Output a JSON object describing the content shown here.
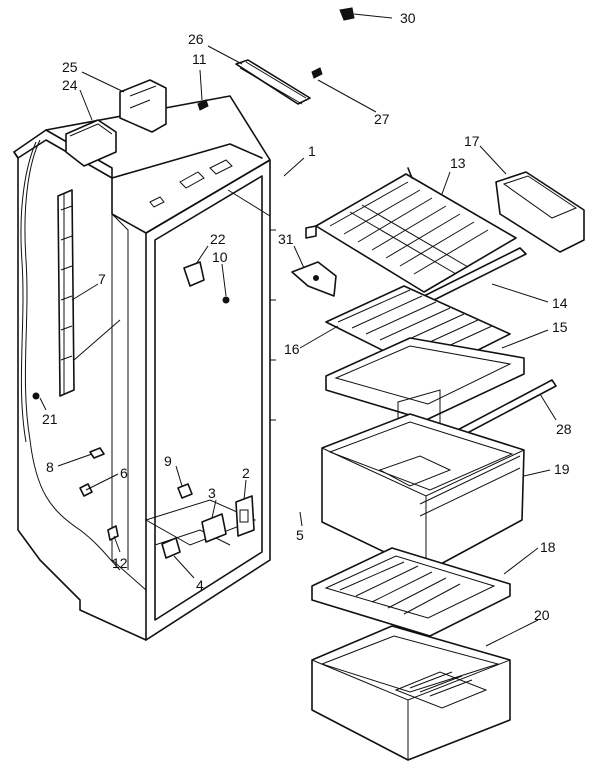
{
  "callouts": [
    {
      "id": "30",
      "label": "30"
    },
    {
      "id": "26",
      "label": "26"
    },
    {
      "id": "11",
      "label": "11"
    },
    {
      "id": "25",
      "label": "25"
    },
    {
      "id": "24",
      "label": "24"
    },
    {
      "id": "27",
      "label": "27"
    },
    {
      "id": "1",
      "label": "1"
    },
    {
      "id": "17",
      "label": "17"
    },
    {
      "id": "13",
      "label": "13"
    },
    {
      "id": "22",
      "label": "22"
    },
    {
      "id": "10",
      "label": "10"
    },
    {
      "id": "31",
      "label": "31"
    },
    {
      "id": "7",
      "label": "7"
    },
    {
      "id": "14",
      "label": "14"
    },
    {
      "id": "16",
      "label": "16"
    },
    {
      "id": "15",
      "label": "15"
    },
    {
      "id": "21",
      "label": "21"
    },
    {
      "id": "28",
      "label": "28"
    },
    {
      "id": "8",
      "label": "8"
    },
    {
      "id": "6",
      "label": "6"
    },
    {
      "id": "9",
      "label": "9"
    },
    {
      "id": "2",
      "label": "2"
    },
    {
      "id": "3",
      "label": "3"
    },
    {
      "id": "19",
      "label": "19"
    },
    {
      "id": "5",
      "label": "5"
    },
    {
      "id": "12",
      "label": "12"
    },
    {
      "id": "4",
      "label": "4"
    },
    {
      "id": "18",
      "label": "18"
    },
    {
      "id": "20",
      "label": "20"
    }
  ]
}
